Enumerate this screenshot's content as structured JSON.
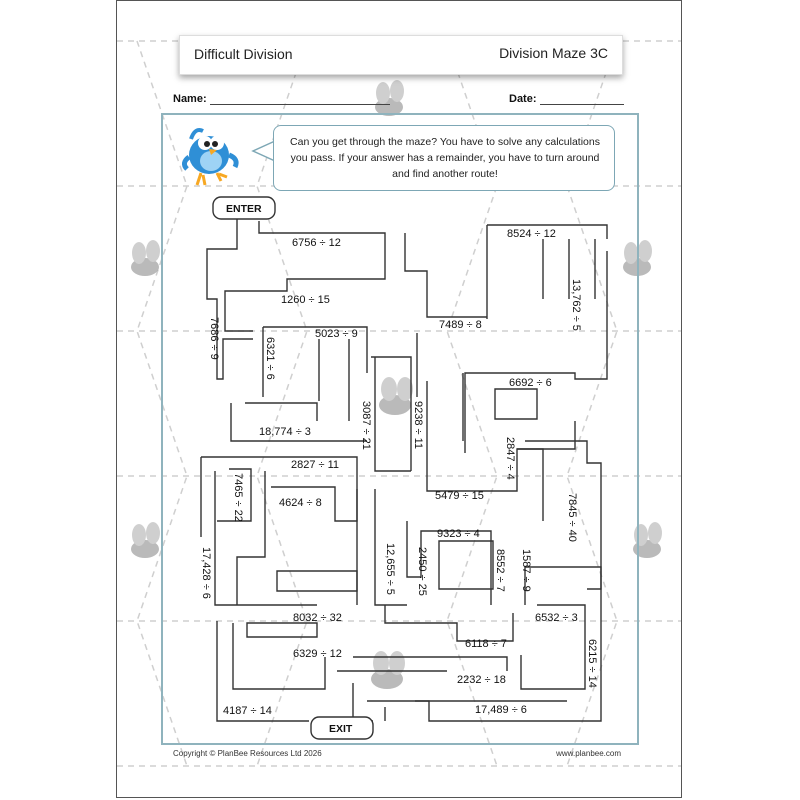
{
  "header": {
    "title": "Difficult Division",
    "subtitle": "Division Maze 3C"
  },
  "form": {
    "name_label": "Name:",
    "date_label": "Date:"
  },
  "instructions": "Can you get through the maze? You have to solve any calculations you pass. If your answer has a remainder, you have to turn around and find another route!",
  "maze": {
    "enter_label": "ENTER",
    "exit_label": "EXIT",
    "calculations": [
      "6756 ÷ 12",
      "8524 ÷ 12",
      "1260 ÷ 15",
      "13,762 ÷ 5",
      "7686 ÷ 9",
      "5023 ÷ 9",
      "6321 ÷ 6",
      "7489 ÷ 8",
      "6692 ÷ 6",
      "3087 ÷ 21",
      "9238 ÷ 11",
      "18,774 ÷ 3",
      "2847 ÷ 4",
      "2827 ÷ 11",
      "7465 ÷ 22",
      "4624 ÷ 8",
      "5479 ÷ 15",
      "7845 ÷ 40",
      "9323 ÷ 4",
      "12,655 ÷ 5",
      "2450 ÷ 25",
      "8552 ÷ 7",
      "1587 ÷ 9",
      "17,428 ÷ 6",
      "8032 ÷ 32",
      "6532 ÷ 3",
      "6118 ÷ 7",
      "6329 ÷ 12",
      "6215 ÷ 14",
      "2232 ÷ 18",
      "4187 ÷ 14",
      "17,489 ÷ 6"
    ]
  },
  "footer": {
    "copyright": "Copyright © PlanBee Resources Ltd 2026",
    "website": "www.planbee.com"
  },
  "colors": {
    "frame": "#8fb3bd",
    "bird": "#2f8fd6",
    "bee": "#9a9a9a"
  }
}
